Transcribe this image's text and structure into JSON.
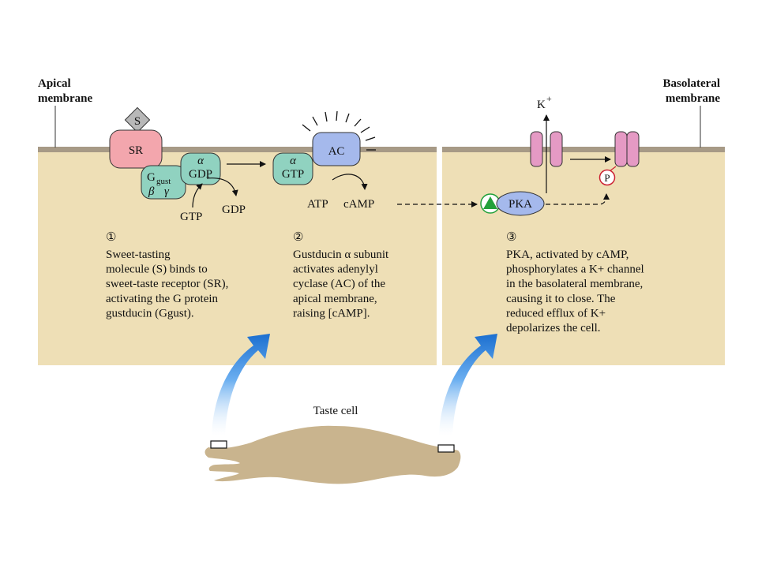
{
  "labels": {
    "apical_1": "Apical",
    "apical_2": "membrane",
    "basolateral_1": "Basolateral",
    "basolateral_2": "membrane",
    "s": "S",
    "sr": "SR",
    "g": "G",
    "gust": "gust",
    "beta": "β",
    "gamma": "γ",
    "alpha": "α",
    "gdp": "GDP",
    "gtp": "GTP",
    "gtp_in": "GTP",
    "gdp_out": "GDP",
    "ac": "AC",
    "atp": "ATP",
    "camp": "cAMP",
    "pka": "PKA",
    "k": "K",
    "plus": "+",
    "p": "P",
    "taste_cell": "Taste cell"
  },
  "steps": [
    {
      "num": "①",
      "lines": [
        "Sweet-tasting",
        "molecule (S) binds to",
        "sweet-taste receptor (SR),",
        "activating the G protein",
        "gustducin (Ggust)."
      ]
    },
    {
      "num": "②",
      "lines": [
        "Gustducin α subunit",
        "activates adenylyl",
        "cyclase (AC) of the",
        "apical membrane,",
        "raising [cAMP]."
      ]
    },
    {
      "num": "③",
      "lines": [
        "PKA, activated by cAMP,",
        "phosphorylates a K+ channel",
        "in the basolateral membrane,",
        "causing it to close. The",
        "reduced efflux of K+",
        "depolarizes the cell."
      ]
    }
  ],
  "colors": {
    "panel": "#eedfb6",
    "membrane": "#a79a86",
    "receptor": "#f3a6ad",
    "gprotein": "#90d2c0",
    "enzyme": "#a5b9ec",
    "channel": "#e59ac4",
    "phosphate": "#cc2233",
    "activator": "#22a03a",
    "arrow": "#1f7fd8",
    "cell": "#c9b48e"
  }
}
